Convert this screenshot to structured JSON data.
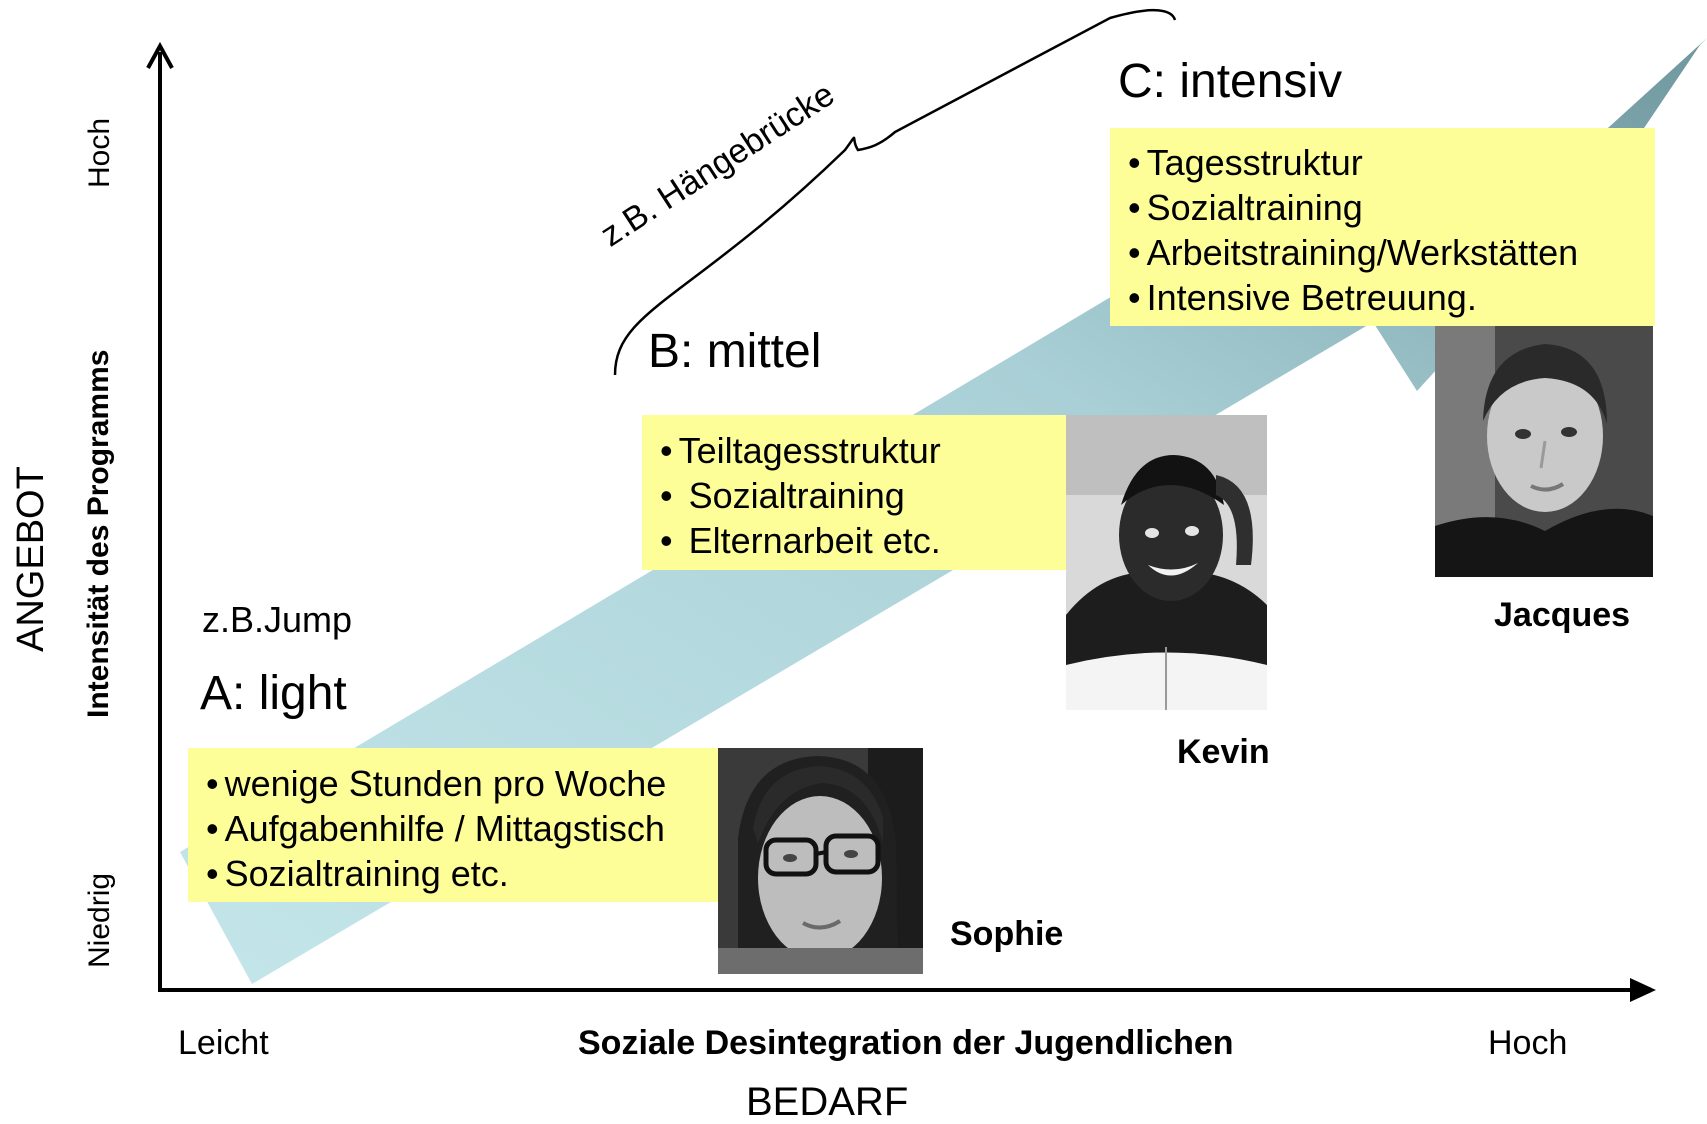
{
  "axes": {
    "y_title": "ANGEBOT",
    "y_subtitle": "Intensität des Programms",
    "y_low": "Niedrig",
    "y_high": "Hoch",
    "x_low": "Leicht",
    "x_subtitle": "Soziale Desintegration der Jugendlichen",
    "x_high": "Hoch",
    "x_title": "BEDARF"
  },
  "bridge_label": "z.B. Hängebrücke",
  "levels": {
    "a": {
      "example": "z.B.Jump",
      "title": "A: light",
      "items": [
        "wenige Stunden pro Woche",
        "Aufgabenhilfe / Mittagstisch",
        "Sozialtraining etc."
      ]
    },
    "b": {
      "title": "B: mittel",
      "items": [
        "Teiltagesstruktur",
        " Sozialtraining",
        " Elternarbeit etc."
      ]
    },
    "c": {
      "title": "C: intensiv",
      "items": [
        "Tagesstruktur",
        "Sozialtraining",
        "Arbeitstraining/Werkstätten",
        "Intensive Betreuung."
      ]
    }
  },
  "people": {
    "sophie": "Sophie",
    "kevin": "Kevin",
    "jacques": "Jacques"
  },
  "colors": {
    "arrow_light": "#c4e6ea",
    "arrow_dark": "#7aa1a8",
    "box_fill": "#fefe99",
    "axis": "#000000"
  }
}
